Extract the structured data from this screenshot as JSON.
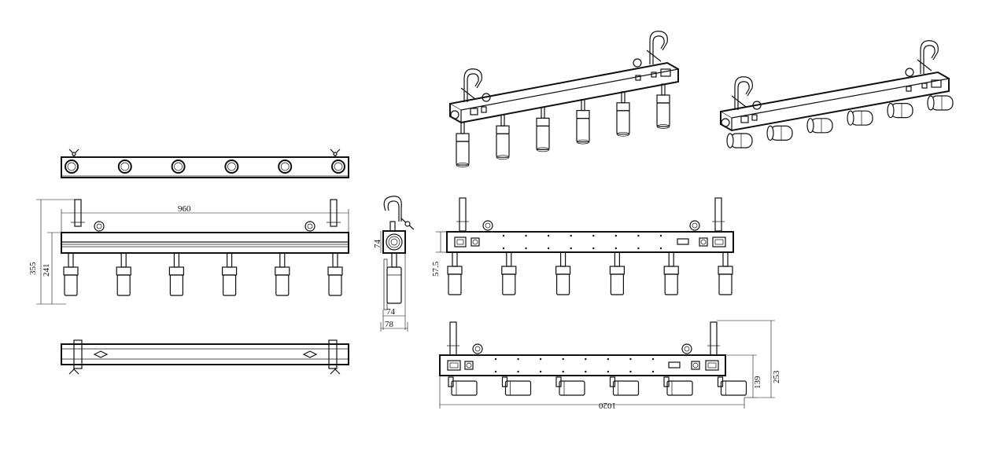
{
  "dimensions": {
    "width_top": "960",
    "height_total": "355",
    "height_body": "241",
    "side_height": "74",
    "side_width_inner": "74",
    "side_width_outer": "78",
    "rear_height": "57.5",
    "bottom_length": "1020",
    "bottom_height_body": "139",
    "bottom_height_total": "253"
  },
  "colors": {
    "line": "#111111",
    "background": "#ffffff"
  }
}
